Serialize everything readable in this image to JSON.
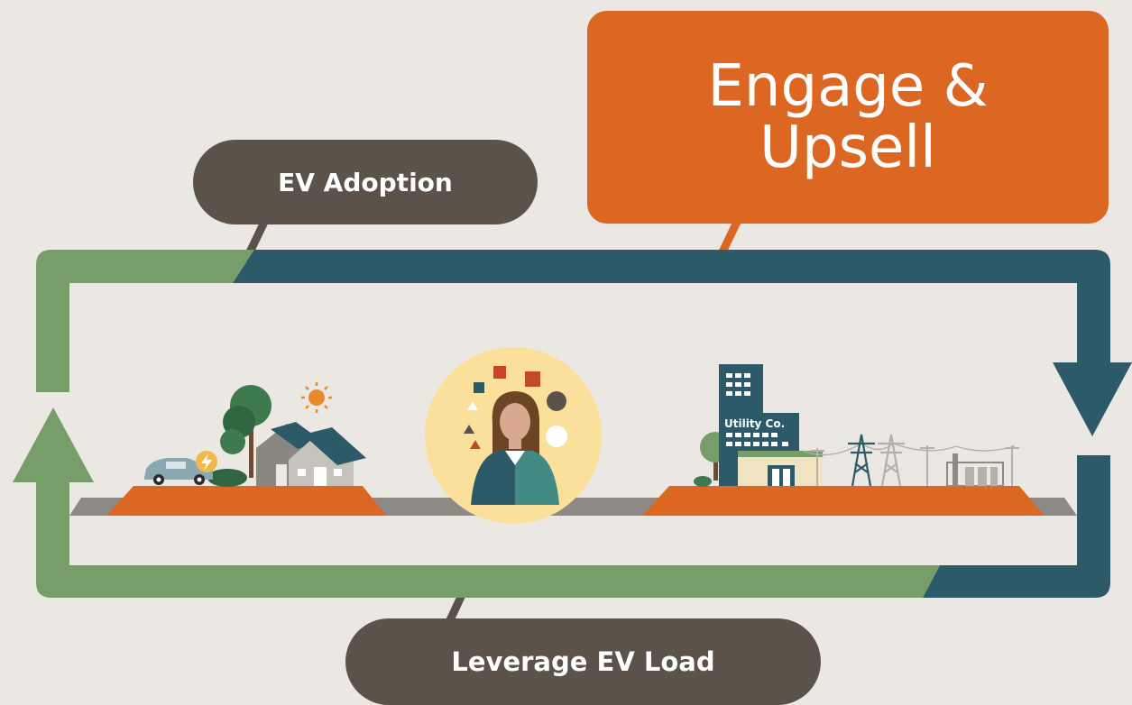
{
  "callouts": {
    "top_left": "EV Adoption",
    "top_right": "Engage & Upsell",
    "bottom": "Leverage EV Load"
  },
  "scene": {
    "utility_label": "Utility Co."
  },
  "colors": {
    "background": "#ebe8e3",
    "loop_green": "#779d6a",
    "loop_blue": "#2d5a68",
    "orange": "#dc6722",
    "pill_brown": "#5b524a",
    "ground_gray": "#8d8984"
  },
  "icons": [
    "car-icon",
    "house-icon",
    "sun-icon",
    "tree-icon",
    "person-icon",
    "building-icon",
    "power-tower-icon",
    "substation-icon"
  ]
}
